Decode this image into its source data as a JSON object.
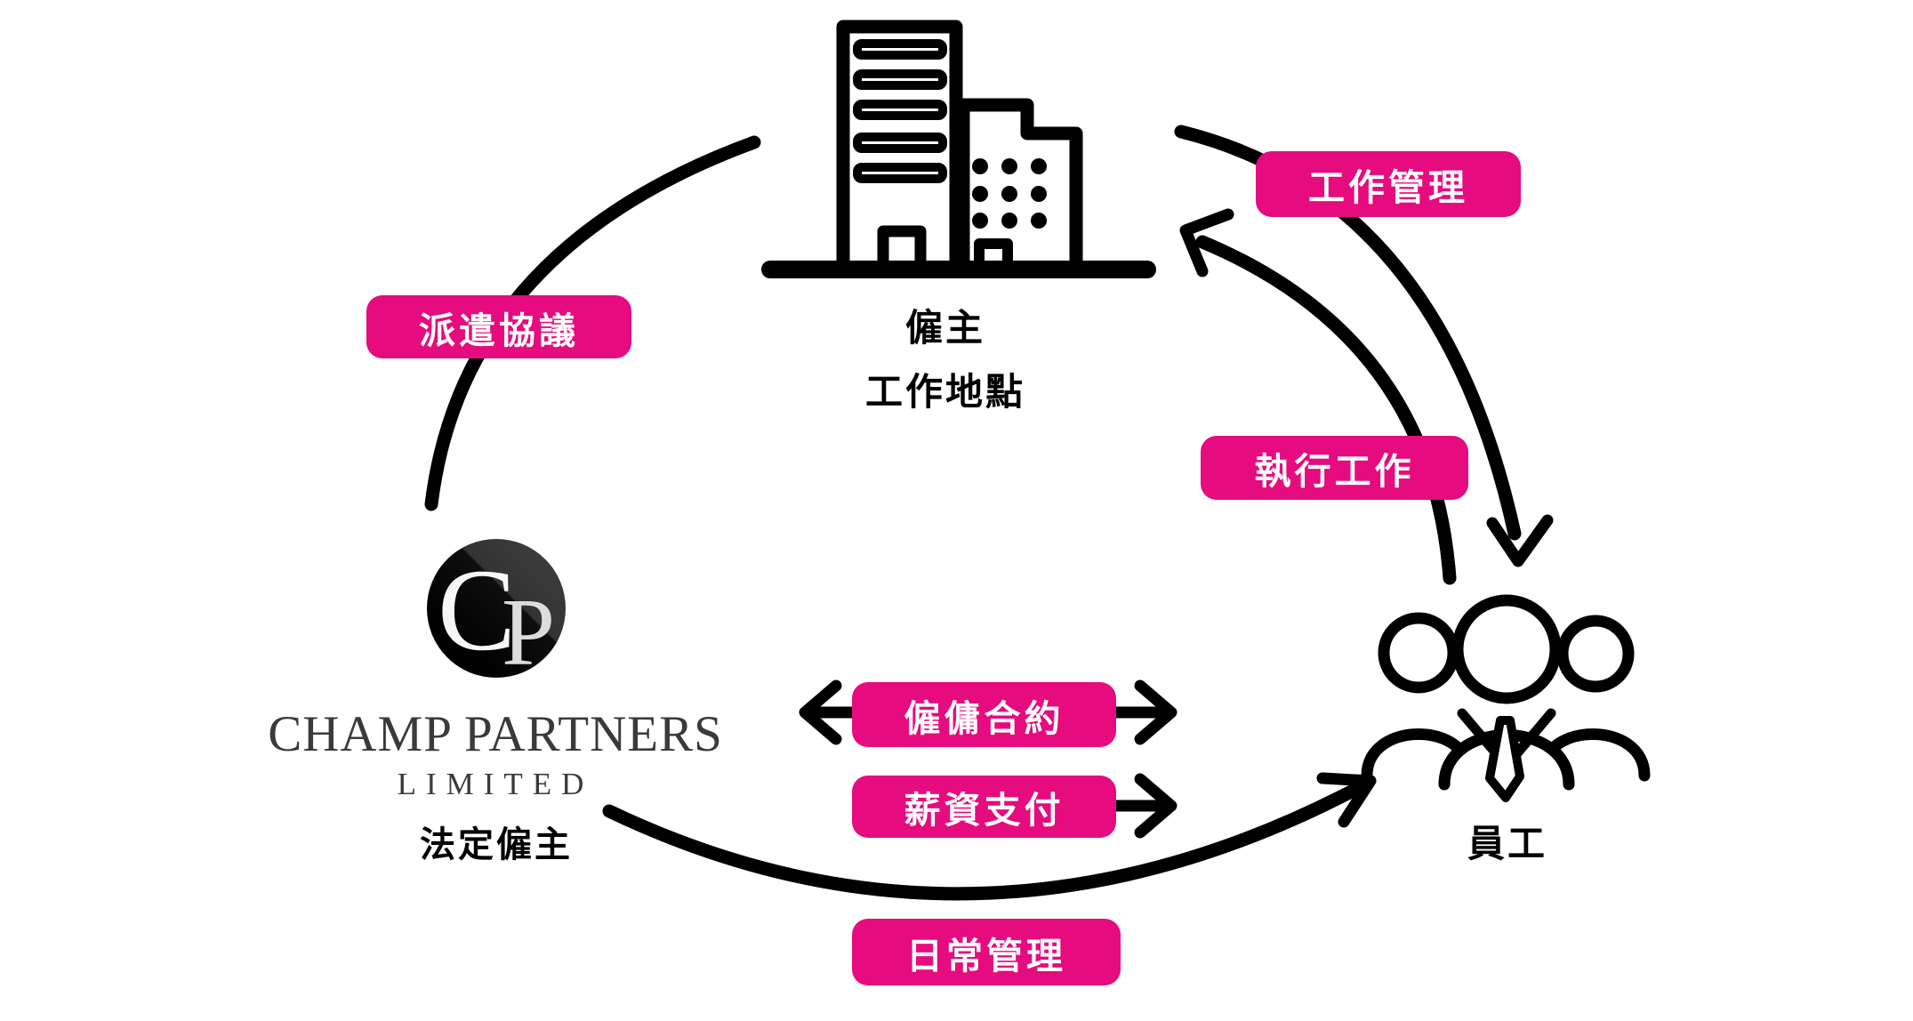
{
  "title": "Employment dispatch relationship diagram",
  "colors": {
    "accent_pink": "#e60b7e",
    "line_black": "#000000",
    "logo_text_gray": "#3a3a3a"
  },
  "nodes": {
    "employer": {
      "label": "僱主",
      "sublabel": "工作地點",
      "icon": "office-buildings-icon"
    },
    "agency": {
      "name": "CHAMP PARTNERS",
      "suffix": "LIMITED",
      "role": "法定僱主",
      "monogram_c": "C",
      "monogram_p": "P",
      "icon": "cp-monogram-logo"
    },
    "employees": {
      "label": "員工",
      "icon": "people-group-icon"
    }
  },
  "edges": {
    "dispatch_agreement": {
      "label": "派遣協議"
    },
    "work_management": {
      "label": "工作管理"
    },
    "work_execution": {
      "label": "執行工作"
    },
    "employment_contract": {
      "label": "僱傭合約"
    },
    "salary_payment": {
      "label": "薪資支付"
    },
    "daily_management": {
      "label": "日常管理"
    }
  }
}
